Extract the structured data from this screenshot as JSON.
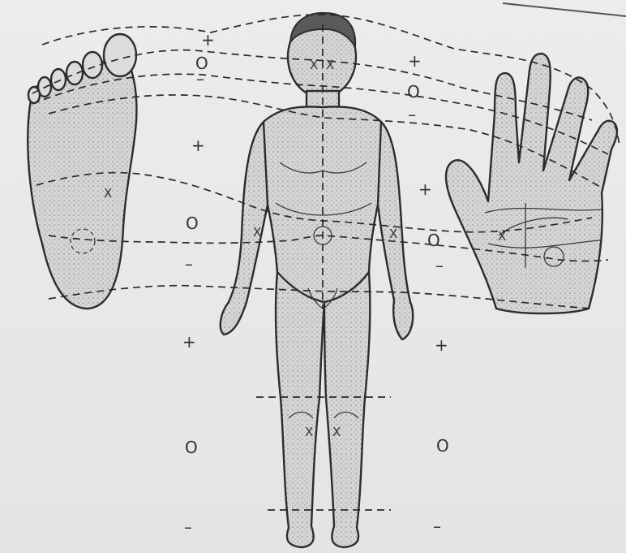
{
  "diagram": {
    "marks": {
      "plus": "+",
      "neutral": "O",
      "minus": "–",
      "point": "X"
    },
    "images": [
      "foot-sole-illustration",
      "human-body-illustration",
      "hand-palm-illustration"
    ]
  }
}
